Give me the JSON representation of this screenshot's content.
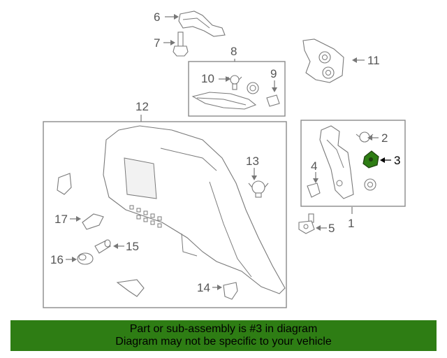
{
  "callouts": {
    "c1": "1",
    "c2": "2",
    "c3": "3",
    "c4": "4",
    "c5": "5",
    "c6": "6",
    "c7": "7",
    "c8": "8",
    "c9": "9",
    "c10": "10",
    "c11": "11",
    "c12": "12",
    "c13": "13",
    "c14": "14",
    "c15": "15",
    "c16": "16",
    "c17": "17"
  },
  "highlight": {
    "part": "3",
    "color": "#2e7d14"
  },
  "banner": {
    "line1": "Part or sub-assembly is #3 in diagram",
    "line2": "Diagram may not be specific to your vehicle",
    "background": "#2e7d14"
  }
}
